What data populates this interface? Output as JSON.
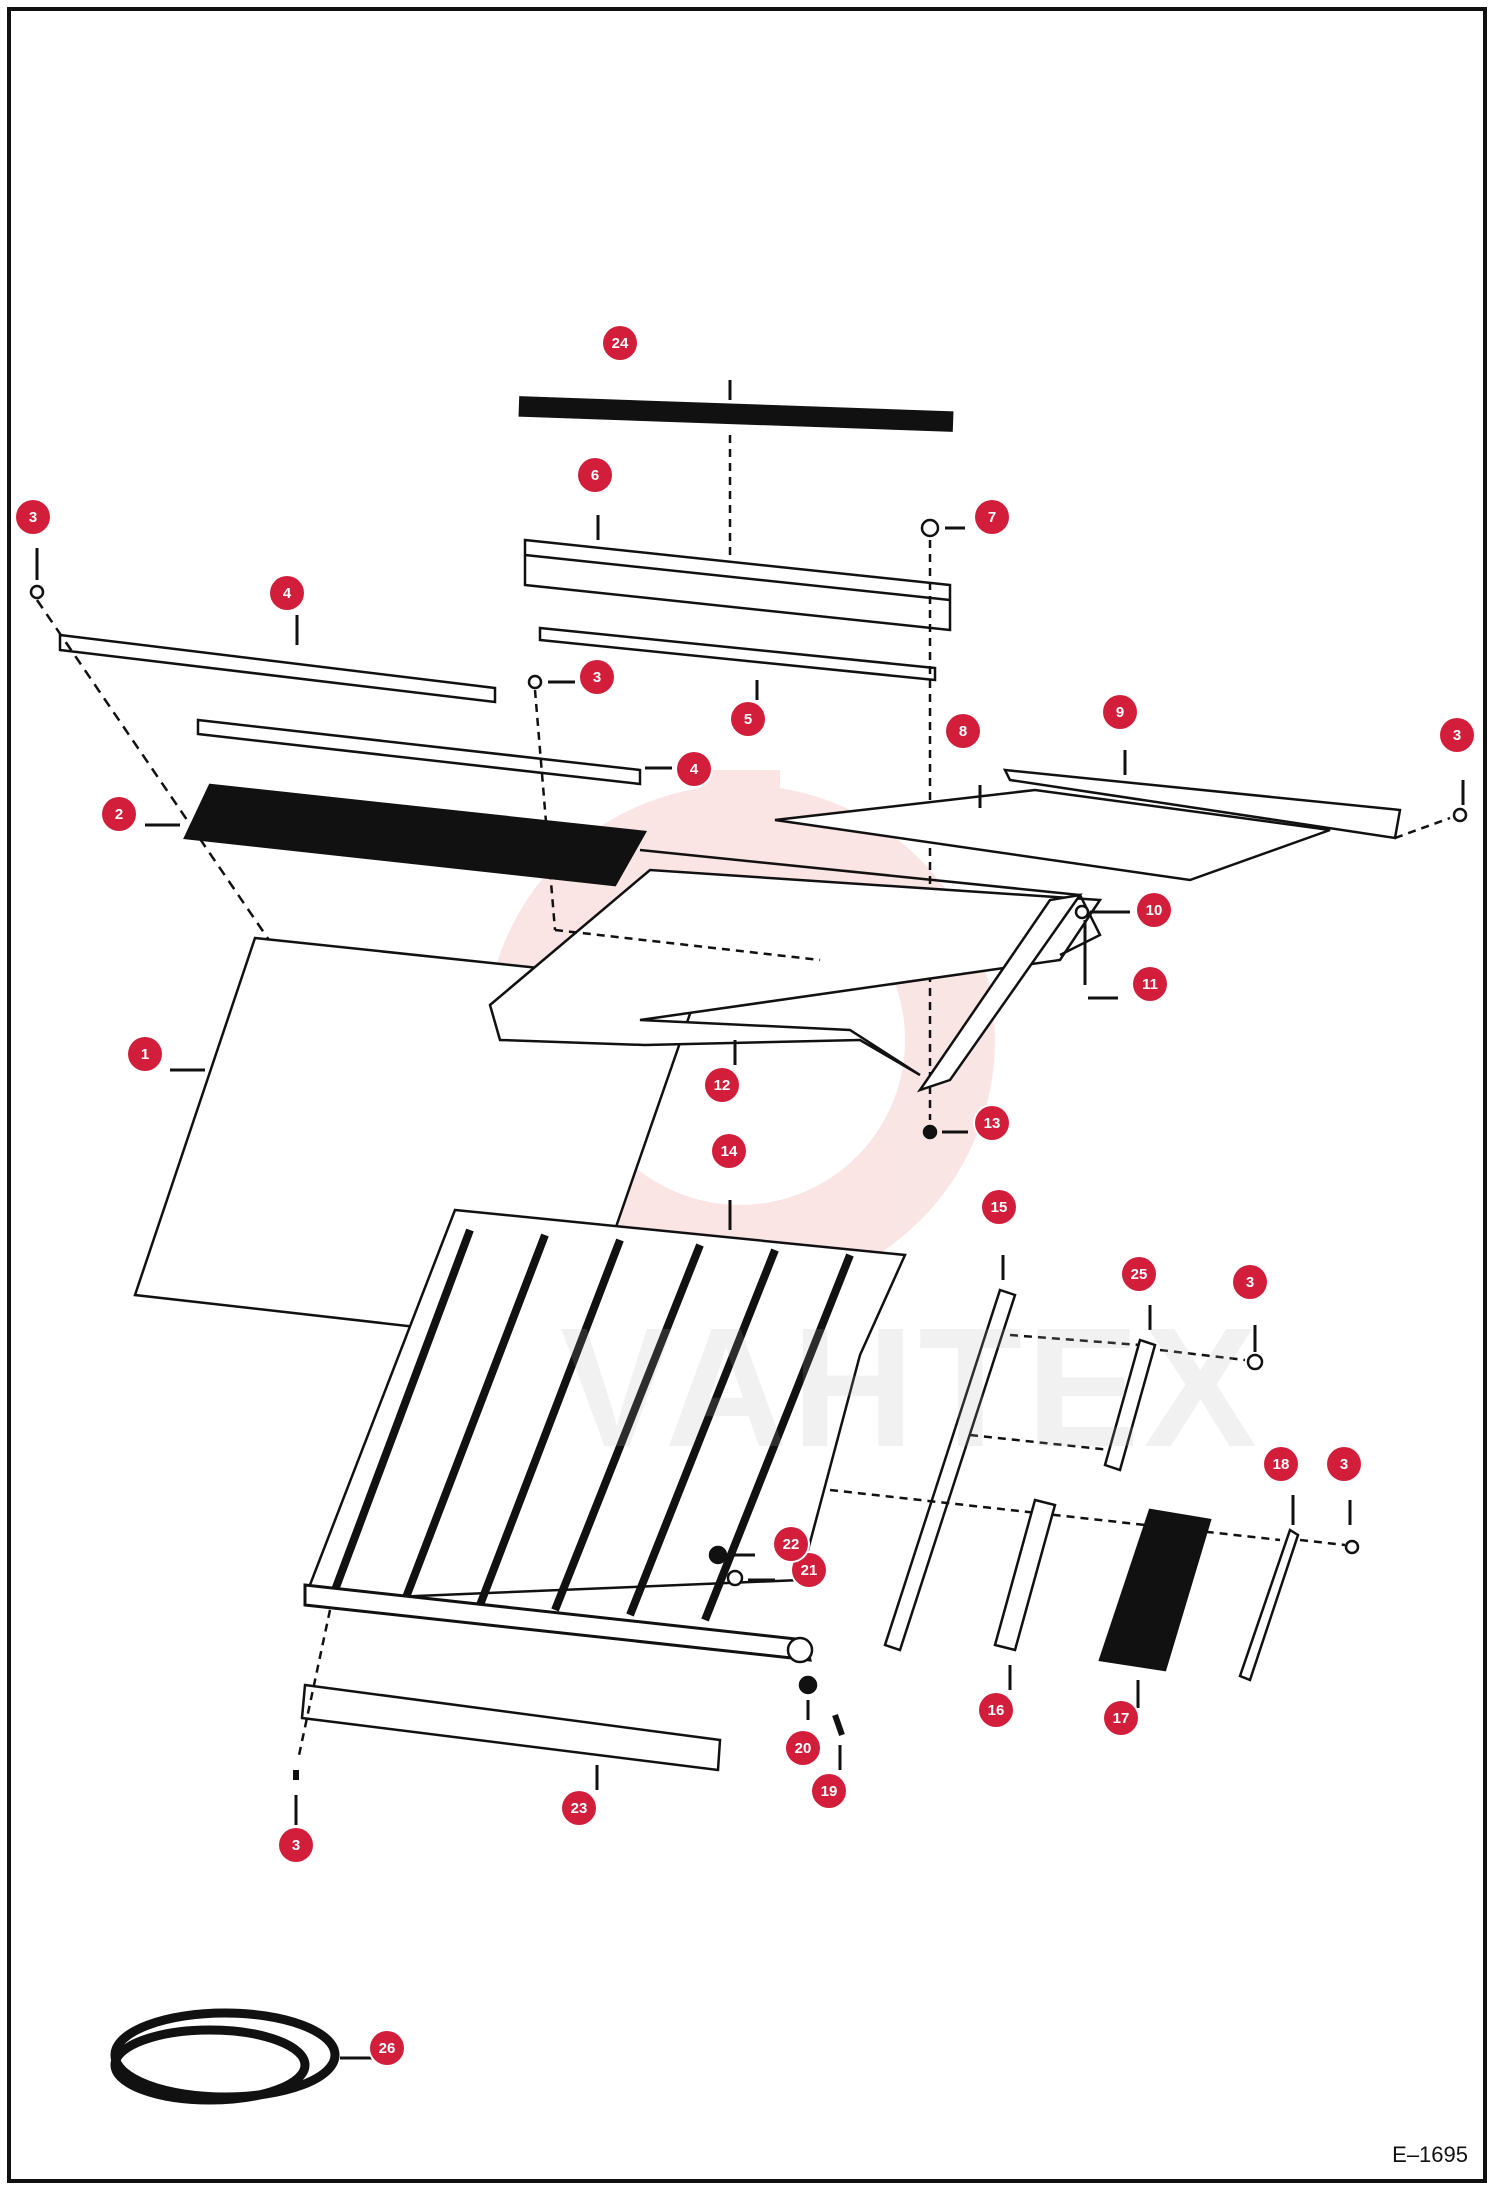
{
  "figure": {
    "code": "E–1695",
    "watermark_text": "VAHTEX"
  },
  "callouts": [
    {
      "id": "c1",
      "label": "1"
    },
    {
      "id": "c2",
      "label": "2"
    },
    {
      "id": "c3a",
      "label": "3"
    },
    {
      "id": "c3b",
      "label": "3"
    },
    {
      "id": "c3c",
      "label": "3"
    },
    {
      "id": "c3d",
      "label": "3"
    },
    {
      "id": "c3e",
      "label": "3"
    },
    {
      "id": "c3f",
      "label": "3"
    },
    {
      "id": "c4a",
      "label": "4"
    },
    {
      "id": "c4b",
      "label": "4"
    },
    {
      "id": "c5",
      "label": "5"
    },
    {
      "id": "c6",
      "label": "6"
    },
    {
      "id": "c7",
      "label": "7"
    },
    {
      "id": "c8",
      "label": "8"
    },
    {
      "id": "c9",
      "label": "9"
    },
    {
      "id": "c10",
      "label": "10"
    },
    {
      "id": "c11",
      "label": "11"
    },
    {
      "id": "c12",
      "label": "12"
    },
    {
      "id": "c13",
      "label": "13"
    },
    {
      "id": "c14",
      "label": "14"
    },
    {
      "id": "c15",
      "label": "15"
    },
    {
      "id": "c16",
      "label": "16"
    },
    {
      "id": "c17",
      "label": "17"
    },
    {
      "id": "c18",
      "label": "18"
    },
    {
      "id": "c19",
      "label": "19"
    },
    {
      "id": "c20",
      "label": "20"
    },
    {
      "id": "c21",
      "label": "21"
    },
    {
      "id": "c22",
      "label": "22"
    },
    {
      "id": "c23",
      "label": "23"
    },
    {
      "id": "c24",
      "label": "24"
    },
    {
      "id": "c25",
      "label": "25"
    },
    {
      "id": "c26",
      "label": "26"
    }
  ],
  "colors": {
    "callout": "#d21e3a",
    "line": "#111111",
    "watermark_gear": "#f2b5b5"
  }
}
